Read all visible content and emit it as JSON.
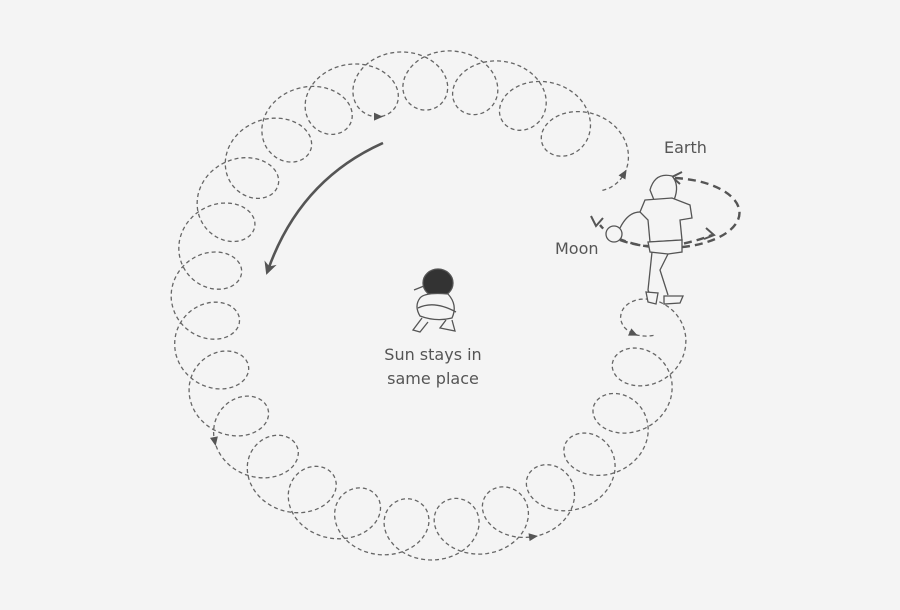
{
  "labels": {
    "earth": "Earth",
    "moon": "Moon",
    "sun_line1": "Sun stays in",
    "sun_line2": "same place"
  },
  "colors": {
    "background": "#f4f4f4",
    "line": "#555555",
    "text": "#555555"
  },
  "icons": [
    "boy-earth-figure",
    "girl-sun-figure",
    "moon-ball",
    "direction-arrow"
  ]
}
